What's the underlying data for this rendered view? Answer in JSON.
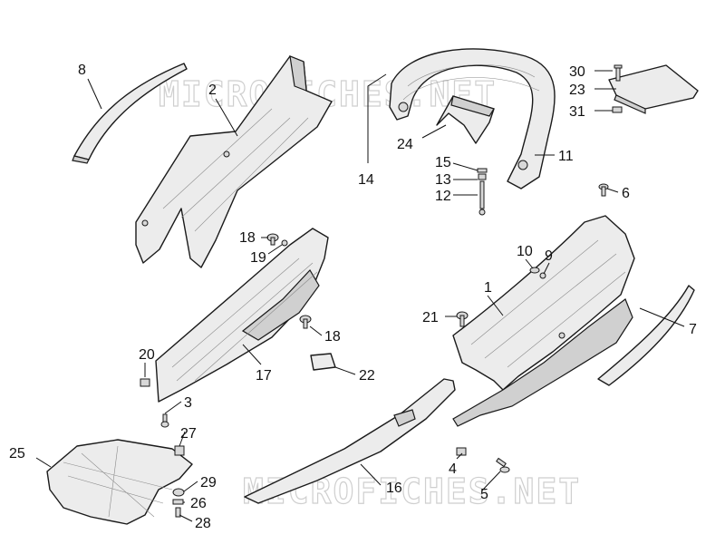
{
  "watermark": "MICROFICHES.NET",
  "callouts": [
    {
      "id": "8",
      "label": "8"
    },
    {
      "id": "2",
      "label": "2"
    },
    {
      "id": "14",
      "label": "14"
    },
    {
      "id": "24",
      "label": "24"
    },
    {
      "id": "15",
      "label": "15"
    },
    {
      "id": "13",
      "label": "13"
    },
    {
      "id": "12",
      "label": "12"
    },
    {
      "id": "11",
      "label": "11"
    },
    {
      "id": "30",
      "label": "30"
    },
    {
      "id": "23",
      "label": "23"
    },
    {
      "id": "31",
      "label": "31"
    },
    {
      "id": "6",
      "label": "6"
    },
    {
      "id": "18a",
      "label": "18"
    },
    {
      "id": "19",
      "label": "19"
    },
    {
      "id": "18b",
      "label": "18"
    },
    {
      "id": "10",
      "label": "10"
    },
    {
      "id": "9",
      "label": "9"
    },
    {
      "id": "1",
      "label": "1"
    },
    {
      "id": "21",
      "label": "21"
    },
    {
      "id": "7",
      "label": "7"
    },
    {
      "id": "20",
      "label": "20"
    },
    {
      "id": "17",
      "label": "17"
    },
    {
      "id": "22",
      "label": "22"
    },
    {
      "id": "3",
      "label": "3"
    },
    {
      "id": "27",
      "label": "27"
    },
    {
      "id": "25",
      "label": "25"
    },
    {
      "id": "29",
      "label": "29"
    },
    {
      "id": "26",
      "label": "26"
    },
    {
      "id": "28",
      "label": "28"
    },
    {
      "id": "16",
      "label": "16"
    },
    {
      "id": "4",
      "label": "4"
    },
    {
      "id": "5",
      "label": "5"
    }
  ]
}
